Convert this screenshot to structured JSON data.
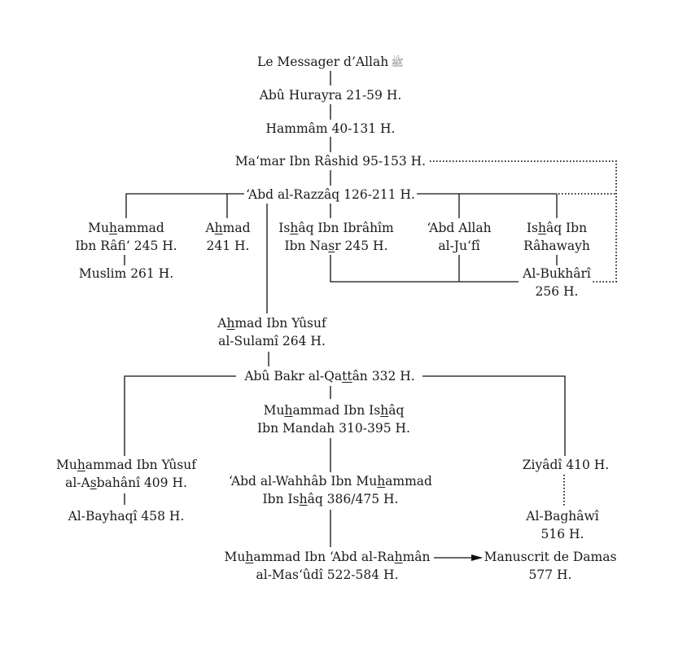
{
  "title": "Chaîne de transmission (isnad) – Sahîfa de Hammâm",
  "nodes": {
    "prophet": {
      "lines": [
        "Le Messager d’Allah"
      ],
      "salutation": "ﷺ"
    },
    "abu_hurayra": {
      "lines": [
        "Abû Hurayra 21-59 H."
      ]
    },
    "hammam": {
      "lines": [
        "Hammâm 40-131 H."
      ]
    },
    "mamar": {
      "lines": [
        "Ma‘mar Ibn Râshid 95-153 H."
      ]
    },
    "abd_al_razzaq": {
      "lines": [
        "‘Abd al-Razzâq 126-211 H."
      ]
    },
    "muhammad_ibn_rafi": {
      "lines": [
        "Mu<u>h</u>ammad",
        "Ibn Râfi‘ 245 H."
      ]
    },
    "ahmad": {
      "lines": [
        "A<u>h</u>mad",
        "241 H."
      ]
    },
    "ishaq_ibn_ibrahim": {
      "lines": [
        "Is<u>h</u>âq Ibn Ibrâhîm",
        "Ibn Na<u>s</u>r 245 H."
      ]
    },
    "abd_allah_jufi": {
      "lines": [
        "‘Abd Allah",
        "al-Ju‘fî"
      ]
    },
    "ishaq_ibn_rahawayh": {
      "lines": [
        "Is<u>h</u>âq Ibn",
        "Râhawayh"
      ]
    },
    "muslim": {
      "lines": [
        "Muslim 261 H."
      ]
    },
    "bukhari": {
      "lines": [
        "Al-Bukhârî",
        "256 H."
      ]
    },
    "ahmad_ibn_yusuf": {
      "lines": [
        "A<u>h</u>mad Ibn Yûsuf",
        "al-Sulamî 264 H."
      ]
    },
    "abu_bakr_qattan": {
      "lines": [
        "Abû Bakr al-Qa<u>tt</u>ân 332 H."
      ]
    },
    "ibn_mandah": {
      "lines": [
        "Mu<u>h</u>ammad Ibn Is<u>h</u>âq",
        "Ibn Mandah 310-395 H."
      ]
    },
    "muhammad_asbahani": {
      "lines": [
        "Mu<u>h</u>ammad Ibn Yûsuf",
        "al-A<u>s</u>bahânî 409 H."
      ]
    },
    "bayhaqi": {
      "lines": [
        "Al-Bayhaqî 458 H."
      ]
    },
    "abd_al_wahhab": {
      "lines": [
        "‘Abd al-Wahhâb Ibn Mu<u>h</u>ammad",
        "Ibn Is<u>h</u>âq 386/475 H."
      ]
    },
    "masudi": {
      "lines": [
        "Mu<u>h</u>ammad Ibn ‘Abd al-Ra<u>h</u>mân",
        "al-Mas‘ûdî 522-584 H."
      ]
    },
    "ziyadi": {
      "lines": [
        "Ziyâdî 410 H."
      ]
    },
    "baghawi": {
      "lines": [
        "Al-Baghâwî",
        "516 H."
      ]
    },
    "manuscript": {
      "lines": [
        "Manuscrit de Damas",
        "577 H."
      ]
    }
  },
  "edges": [
    {
      "from": "prophet",
      "to": "abu_hurayra",
      "style": "solid"
    },
    {
      "from": "abu_hurayra",
      "to": "hammam",
      "style": "solid"
    },
    {
      "from": "hammam",
      "to": "mamar",
      "style": "solid"
    },
    {
      "from": "mamar",
      "to": "abd_al_razzaq",
      "style": "solid"
    },
    {
      "from": "mamar",
      "to": "bukhari",
      "style": "dotted"
    },
    {
      "from": "abd_al_razzaq",
      "to": "muhammad_ibn_rafi",
      "style": "solid"
    },
    {
      "from": "abd_al_razzaq",
      "to": "ahmad",
      "style": "solid"
    },
    {
      "from": "abd_al_razzaq",
      "to": "ishaq_ibn_ibrahim",
      "style": "solid"
    },
    {
      "from": "abd_al_razzaq",
      "to": "abd_allah_jufi",
      "style": "solid"
    },
    {
      "from": "abd_al_razzaq",
      "to": "ishaq_ibn_rahawayh",
      "style": "solid"
    },
    {
      "from": "abd_al_razzaq",
      "to": "bukhari",
      "style": "dotted"
    },
    {
      "from": "abd_al_razzaq",
      "to": "ahmad_ibn_yusuf",
      "style": "solid"
    },
    {
      "from": "muhammad_ibn_rafi",
      "to": "muslim",
      "style": "solid"
    },
    {
      "from": "ishaq_ibn_rahawayh",
      "to": "bukhari",
      "style": "solid"
    },
    {
      "from": "ishaq_ibn_ibrahim",
      "to": "bukhari",
      "style": "solid"
    },
    {
      "from": "abd_allah_jufi",
      "to": "bukhari",
      "style": "solid"
    },
    {
      "from": "ahmad_ibn_yusuf",
      "to": "abu_bakr_qattan",
      "style": "solid"
    },
    {
      "from": "abu_bakr_qattan",
      "to": "muhammad_asbahani",
      "style": "solid"
    },
    {
      "from": "abu_bakr_qattan",
      "to": "ibn_mandah",
      "style": "solid"
    },
    {
      "from": "abu_bakr_qattan",
      "to": "ziyadi",
      "style": "solid"
    },
    {
      "from": "muhammad_asbahani",
      "to": "bayhaqi",
      "style": "solid"
    },
    {
      "from": "ibn_mandah",
      "to": "abd_al_wahhab",
      "style": "solid"
    },
    {
      "from": "abd_al_wahhab",
      "to": "masudi",
      "style": "solid"
    },
    {
      "from": "ziyadi",
      "to": "baghawi",
      "style": "dotted"
    },
    {
      "from": "masudi",
      "to": "manuscript",
      "style": "arrow"
    }
  ]
}
